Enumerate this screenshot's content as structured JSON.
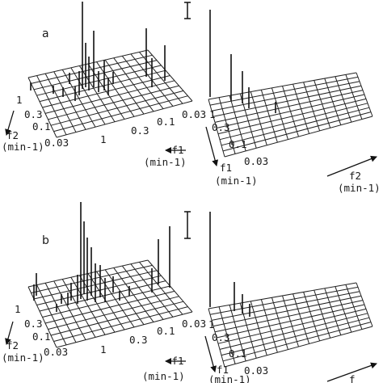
{
  "figure": {
    "panels": [
      {
        "label": "a",
        "left_plot": {
          "f2_ticks": [
            "1",
            "0.3",
            "0.1",
            "0.03"
          ],
          "f1_ticks": [
            "1",
            "0.3",
            "0.1",
            "0.03"
          ],
          "f2_axis": "f2",
          "f2_unit": "(min-1)",
          "f1_axis": "-f1",
          "f1_unit": "(min-1)"
        },
        "right_plot": {
          "f1_ticks": [
            "1",
            "0.3",
            "0.1",
            "0.03"
          ],
          "f2_ticks": [],
          "f1_axis": "f1",
          "f1_unit": "(min-1)",
          "f2_axis": "f2",
          "f2_unit": "(min-1)"
        }
      },
      {
        "label": "b",
        "left_plot": {
          "f2_ticks": [
            "1",
            "0.3",
            "0.1",
            "0.03"
          ],
          "f1_ticks": [
            "1",
            "0.3",
            "0.1",
            "0.03"
          ],
          "f2_axis": "f2",
          "f2_unit": "(min-1)",
          "f1_axis": "-f1",
          "f1_unit": "(min-1)"
        },
        "right_plot": {
          "f1_ticks": [
            "1",
            "0.3",
            "0.1",
            "0.03"
          ],
          "f2_ticks": [],
          "f1_axis": "f1",
          "f1_unit": "(min-1)",
          "f2_axis": "f",
          "f2_unit": ""
        }
      }
    ]
  }
}
